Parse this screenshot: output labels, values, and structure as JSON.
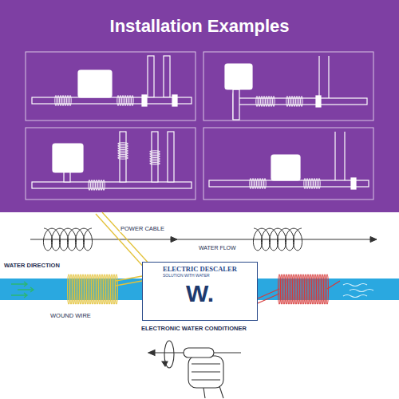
{
  "diagram": {
    "title": "Installation Examples",
    "nodes": [
      {
        "text": [
          "ELECTRIC DESCALER",
          "SOLUTION WITH WATER",
          "W."
        ]
      }
    ],
    "labels": [
      "WATER FLOW",
      "POWER CABLE",
      "WATER DIRECTION",
      "WOUND WIRE",
      "ELECTRONIC WATER CONDITIONER"
    ]
  }
}
